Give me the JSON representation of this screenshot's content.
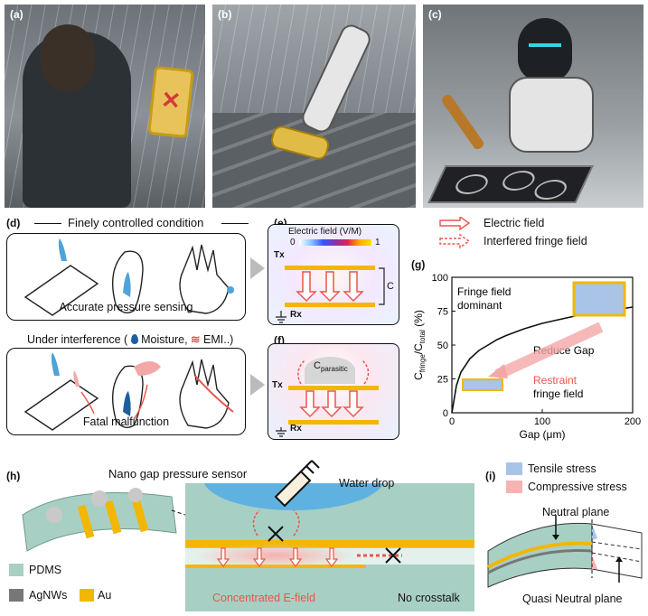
{
  "panels": {
    "a": "(a)",
    "b": "(b)",
    "c": "(c)",
    "d": "(d)",
    "e": "(e)",
    "f": "(f)",
    "g": "(g)",
    "h": "(h)",
    "i": "(i)"
  },
  "panel_d": {
    "title": "Finely controlled condition",
    "caption": "Accurate pressure sensing"
  },
  "panel_d2": {
    "title_prefix": "Under interference (",
    "moisture": "Moisture,",
    "emi": "EMI..)",
    "caption": "Fatal malfunction"
  },
  "panel_e": {
    "title": "Electric field (V/M)",
    "scale_min": "0",
    "scale_max": "1",
    "tx": "Tx",
    "rx": "Rx",
    "c": "C"
  },
  "panel_f": {
    "c_main": "C",
    "c_sub": "parasitic",
    "tx": "Tx",
    "rx": "Rx"
  },
  "legend": {
    "electric_field": "Electric field",
    "interfered_fringe": "Interfered fringe field"
  },
  "panel_h": {
    "title": "Nano gap pressure sensor",
    "water_drop": "Water drop",
    "pdms": "PDMS",
    "agnws": "AgNWs",
    "au": "Au",
    "concentrated": "Concentrated E-field",
    "no_crosstalk": "No crosstalk"
  },
  "panel_i": {
    "tensile": "Tensile stress",
    "compressive": "Compressive stress",
    "neutral": "Neutral plane",
    "quasi": "Quasi Neutral plane"
  },
  "colors": {
    "pdms": "#a8cfc4",
    "au": "#f2b705",
    "agnws": "#777777",
    "tensile": "#a9c4e6",
    "compressive": "#f5b3b3",
    "arrow_red": "#e8564b",
    "water": "#5fb2e0"
  },
  "chart_data": {
    "type": "line",
    "title": "",
    "xlabel": "Gap (μm)",
    "ylabel": "C_fringe/C_total (%)",
    "ylabel_main": "C",
    "ylabel_sub1": "fringe",
    "ylabel_mid": "/C",
    "ylabel_sub2": "total",
    "ylabel_tail": " (%)",
    "xlim": [
      0,
      200
    ],
    "ylim": [
      0,
      100
    ],
    "xticks": [
      "0",
      "100",
      "200"
    ],
    "yticks": [
      "0",
      "25",
      "50",
      "75",
      "100"
    ],
    "series": [
      {
        "x": [
          0,
          5,
          10,
          20,
          30,
          40,
          50,
          60,
          80,
          100,
          120,
          140,
          160,
          180,
          200
        ],
        "y": [
          0,
          20,
          30,
          40,
          46,
          50,
          54,
          57,
          62,
          66,
          69,
          72,
          74,
          76,
          78
        ]
      }
    ],
    "annotations": {
      "top": "Fringe field",
      "top2": "dominant",
      "mid": "Reduce Gap",
      "bottom_red": "Restraint",
      "bottom": "fringe field"
    }
  }
}
